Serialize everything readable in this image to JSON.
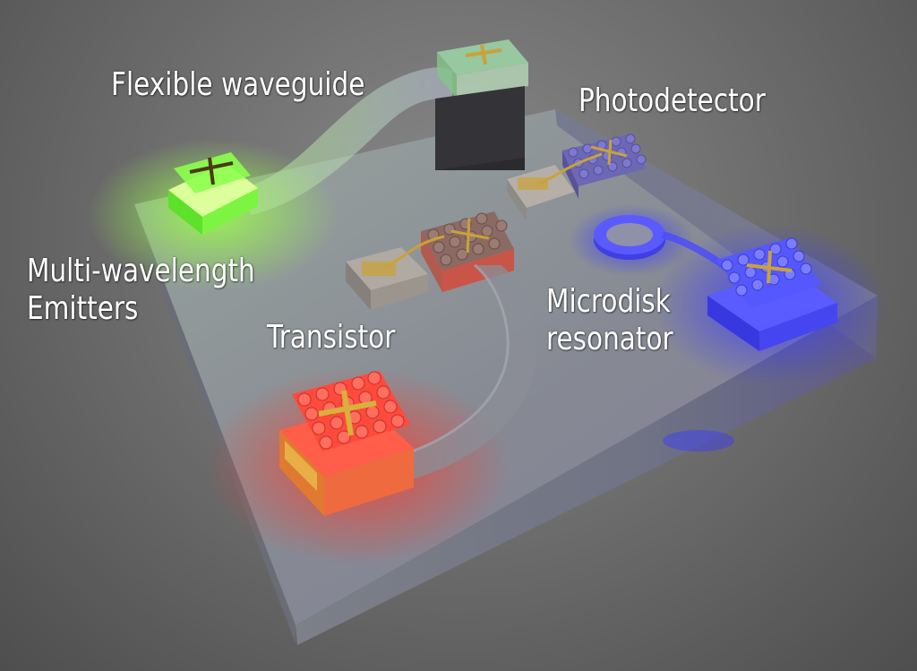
{
  "labels": {
    "flexible_waveguide": "Flexible waveguide",
    "photodetector": "Photodetector",
    "emitters_line1": "Multi-wavelength",
    "emitters_line2": "Emitters",
    "transistor": "Transistor",
    "microdisk_line1": "Microdisk",
    "microdisk_line2": "resonator"
  },
  "colors": {
    "green_emitter": "#7dff3a",
    "red_emitter": "#ff3b2e",
    "blue_emitter": "#3a3cff",
    "gold_contact": "#c9a23a",
    "substrate": "#7b8090"
  }
}
